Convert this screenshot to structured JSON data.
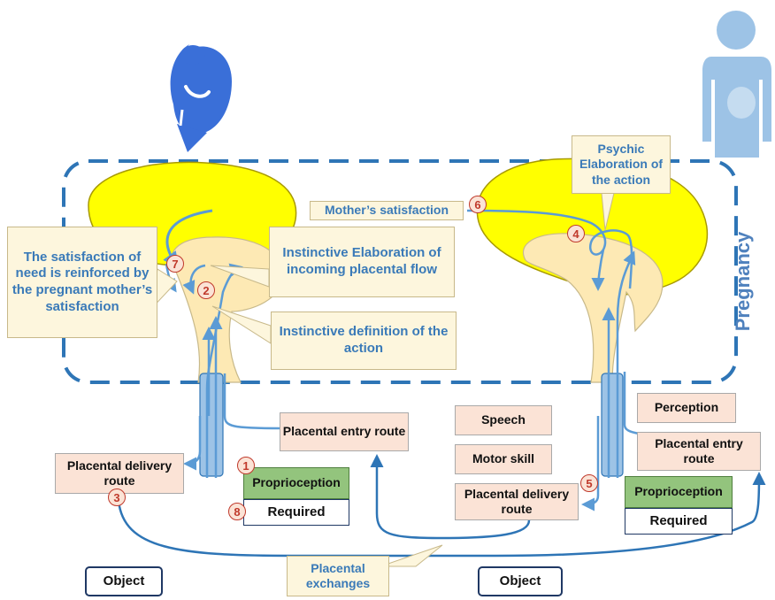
{
  "labels": {
    "mothers_satisfaction": "Mother’s satisfaction",
    "psychic_elaboration": "Psychic Elaboration of the action",
    "satisfaction_reinforced": "The satisfaction of need is reinforced by the pregnant mother’s satisfaction",
    "instinctive_elaboration": "Instinctive Elaboration of incoming placental flow",
    "instinctive_definition": "Instinctive definition of the action",
    "placental_entry_left": "Placental entry route",
    "placental_delivery_left": "Placental delivery route",
    "proprioception_left": "Proprioception",
    "required_left": "Required",
    "speech": "Speech",
    "motor_skill": "Motor skill",
    "placental_delivery_right": "Placental delivery route",
    "perception": "Perception",
    "placental_entry_right": "Placental entry route",
    "proprioception_right": "Proprioception",
    "required_right": "Required",
    "placental_exchanges": "Placental exchanges",
    "object_left": "Object",
    "object_right": "Object",
    "pregnancy": "Pregnancy"
  },
  "step_markers": [
    "1",
    "2",
    "3",
    "4",
    "5",
    "6",
    "7",
    "8"
  ],
  "icons": {
    "fetus": "fetus-icon",
    "mother": "pregnant-woman-icon"
  },
  "colors": {
    "cortex": "#ffff00",
    "brainstem": "#fde9b4",
    "arrow": "#5b9bd5",
    "dash_border": "#2e75b6",
    "label_text": "#3a7ab8",
    "marker": "#c0392b"
  }
}
